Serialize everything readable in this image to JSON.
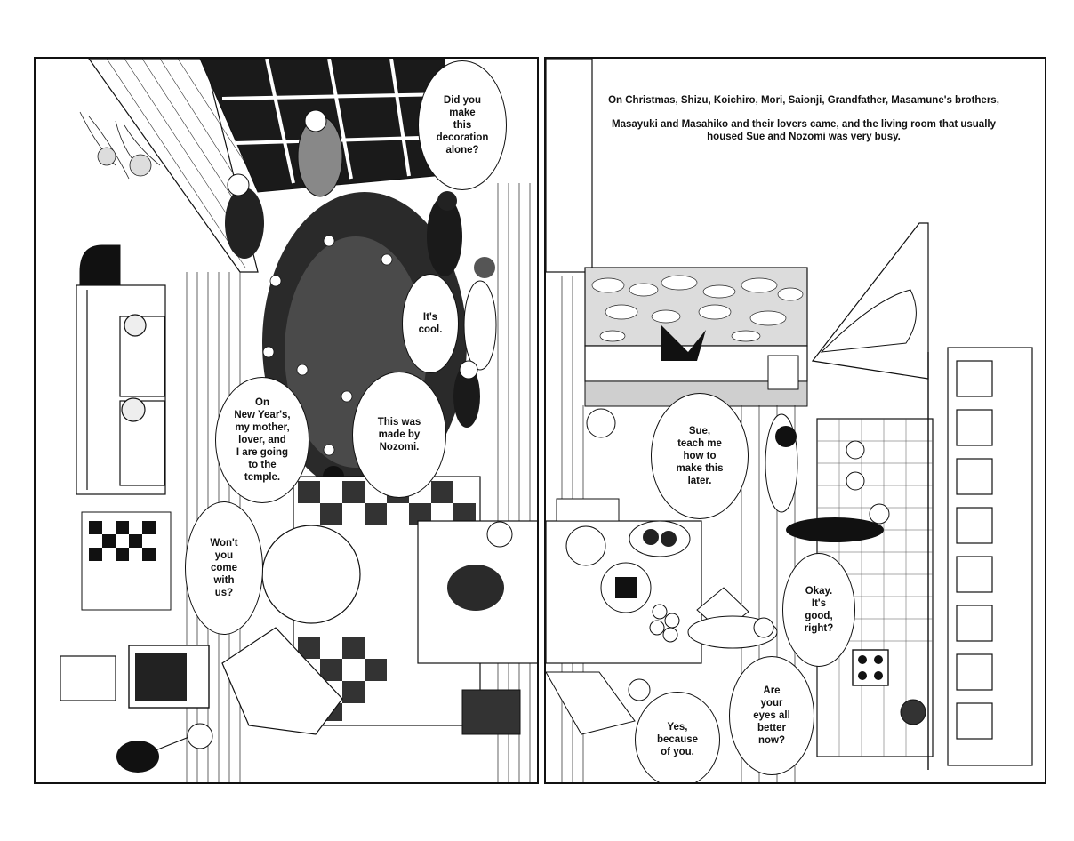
{
  "narration": {
    "line1": "On Christmas, Shizu, Koichiro, Mori, Saionji, Grandfather, Masamune's brothers,",
    "line2": "Masayuki and Masahiko and their lovers came, and the living room that usually housed Sue and Nozomi was very busy."
  },
  "bubbles": {
    "decoration": "Did you\nmake\nthis\ndecoration\nalone?",
    "cool": "It's\ncool.",
    "nozomi": "This was\nmade by\nNozomi.",
    "new_year": "On\nNew Year's,\nmy mother,\nlover, and\nI are going\nto the\ntemple.",
    "come_with": "Won't\nyou\ncome\nwith\nus?",
    "teach": "Sue,\nteach me\nhow to\nmake this\nlater.",
    "okay": "Okay.\nIt's\ngood,\nright?",
    "eyes": "Are\nyour\neyes all\nbetter\nnow?",
    "yes": "Yes,\nbecause\nof you."
  }
}
